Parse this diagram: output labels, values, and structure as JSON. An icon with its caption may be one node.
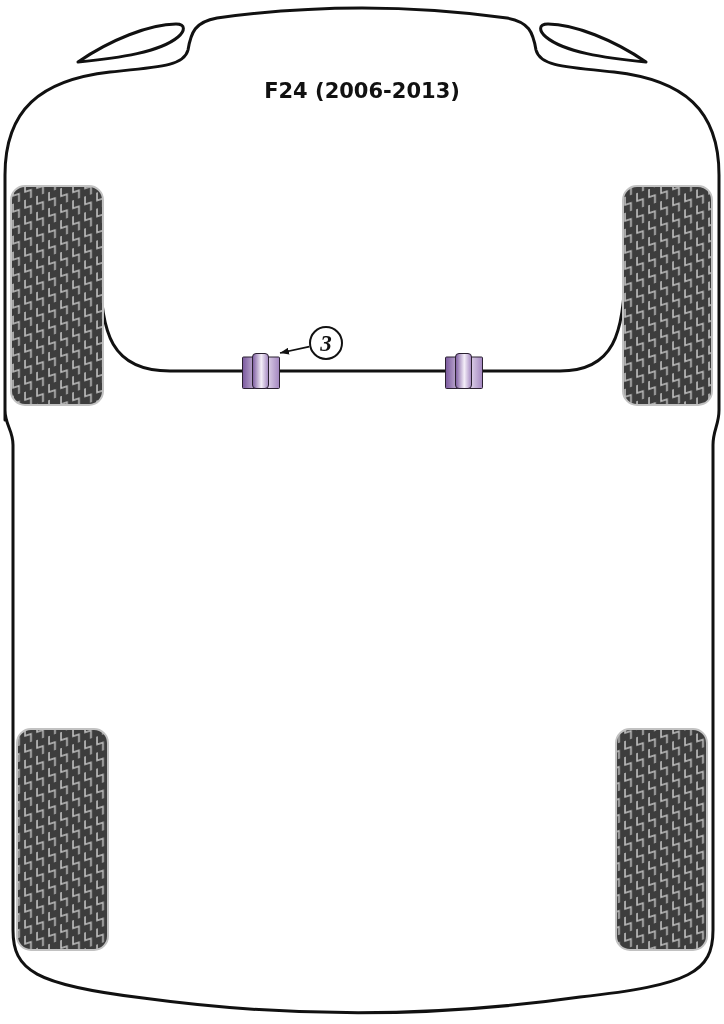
{
  "diagram": {
    "title": "F24 (2006-2013)",
    "nodes": [
      {
        "text": [
          "3"
        ]
      },
      {
        "text": [],
        "shape": "cylinder"
      },
      {
        "text": [],
        "shape": "cylinder"
      }
    ],
    "edges": [
      {
        "from": 0,
        "to": 1,
        "arrow": "to"
      }
    ]
  }
}
